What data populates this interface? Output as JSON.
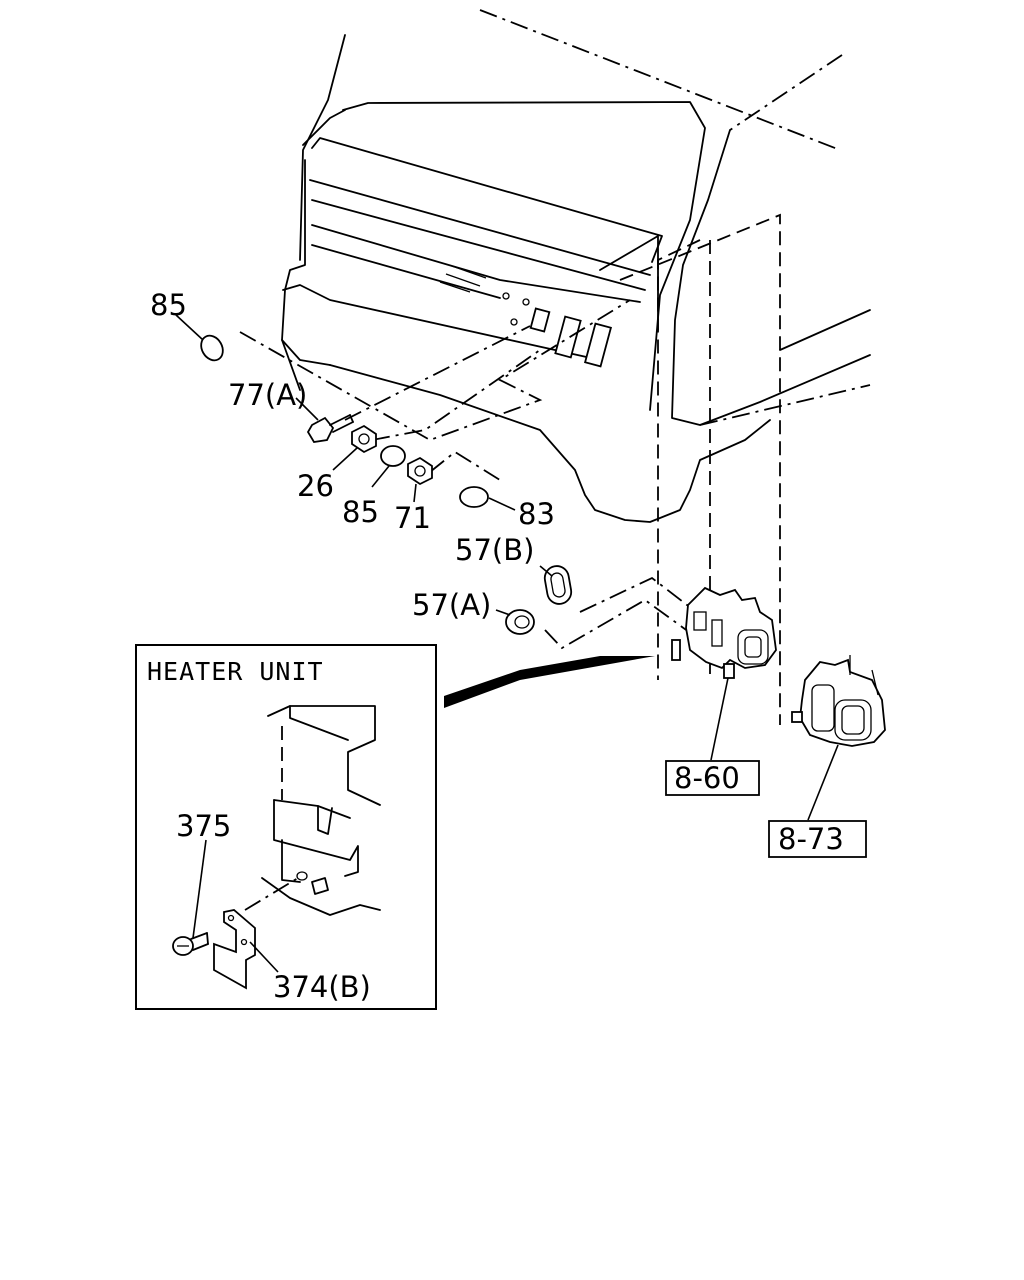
{
  "inset": {
    "title": "HEATER UNIT",
    "labels": {
      "p375": "375",
      "p374b": "374(B)"
    }
  },
  "callouts": {
    "p85_top": "85",
    "p77a": "77(A)",
    "p26": "26",
    "p85_mid": "85",
    "p71": "71",
    "p83": "83",
    "p57b": "57(B)",
    "p57a": "57(A)"
  },
  "references": {
    "ref_860": "8-60",
    "ref_873": "8-73"
  }
}
